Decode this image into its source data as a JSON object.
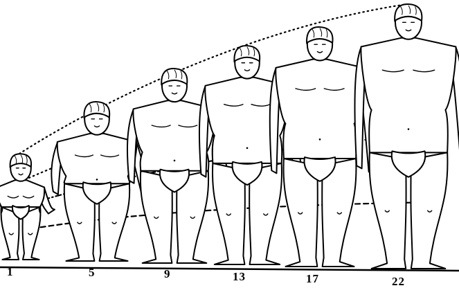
{
  "colors": {
    "ink": "#000000",
    "paper": "#ffffff"
  },
  "figures": [
    {
      "age_label": "1"
    },
    {
      "age_label": "5"
    },
    {
      "age_label": "9"
    },
    {
      "age_label": "13"
    },
    {
      "age_label": "17"
    },
    {
      "age_label": "22"
    }
  ],
  "connector_curves": [
    {
      "landmark": "head-top",
      "style": "dotted"
    },
    {
      "landmark": "chest",
      "style": "dotted"
    },
    {
      "landmark": "pubis",
      "style": "dash-dot"
    },
    {
      "landmark": "knee",
      "style": "dashed"
    }
  ]
}
